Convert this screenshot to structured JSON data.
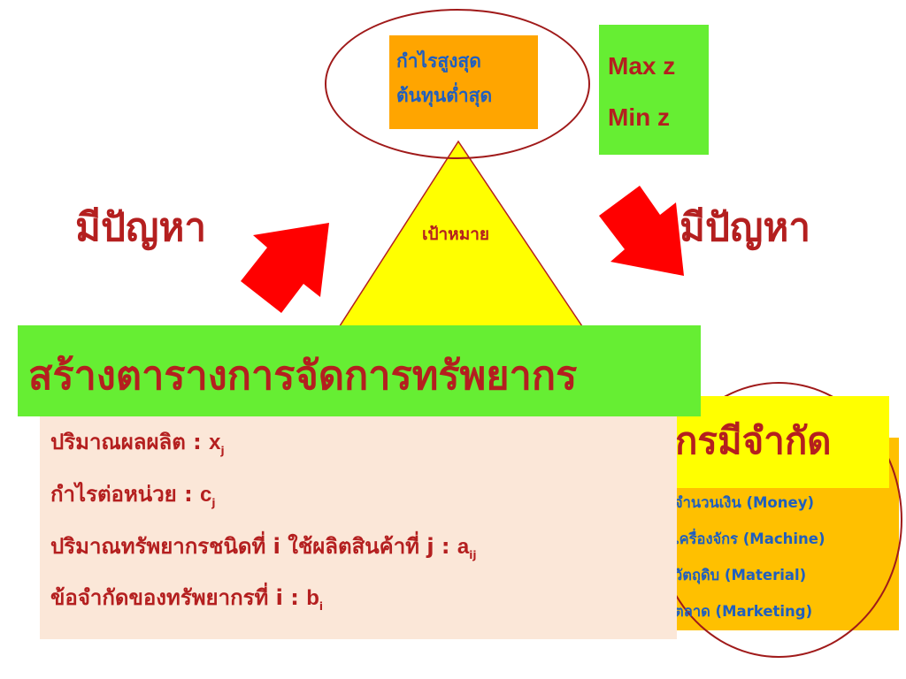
{
  "goal": {
    "lines": [
      "กำไรสูงสุด",
      "ต้นทุนต่ำสุด"
    ],
    "objectives": [
      "Max z",
      "Min z"
    ]
  },
  "triangle_label": "เป้าหมาย",
  "problem_left": "มีปัญหา",
  "problem_right": "มีปัญหา",
  "banner_title": "สร้างตารางการจัดการทรัพยากร",
  "info": {
    "rows": [
      {
        "label": "ปริมาณผลผลิต : ",
        "symbol": "x",
        "sub": "j"
      },
      {
        "label": "กำไรต่อหน่วย : ",
        "symbol": "c",
        "sub": "j"
      },
      {
        "label": "ปริมาณทรัพยากรชนิดที่ i ใช้ผลิตสินค้าที่ j : ",
        "symbol": "a",
        "sub": "ij"
      },
      {
        "label": "ข้อจำกัดของทรัพยากรที่ i : ",
        "symbol": "b",
        "sub": "i"
      }
    ]
  },
  "resources": {
    "title": "กรมีจำกัด",
    "items": [
      "จำนวนเงิน (Money)",
      "เครื่องจักร (Machine)",
      "วัตถุดิบ (Material)",
      "ตลาด (Marketing)"
    ]
  },
  "colors": {
    "dark_red": "#b41f1f",
    "blue": "#1f5fbf",
    "orange": "#ffa500",
    "green": "#66ee33",
    "yellow": "#ffff00",
    "arrow_red": "#ff0000",
    "panel_bg": "#fbe7d8"
  }
}
